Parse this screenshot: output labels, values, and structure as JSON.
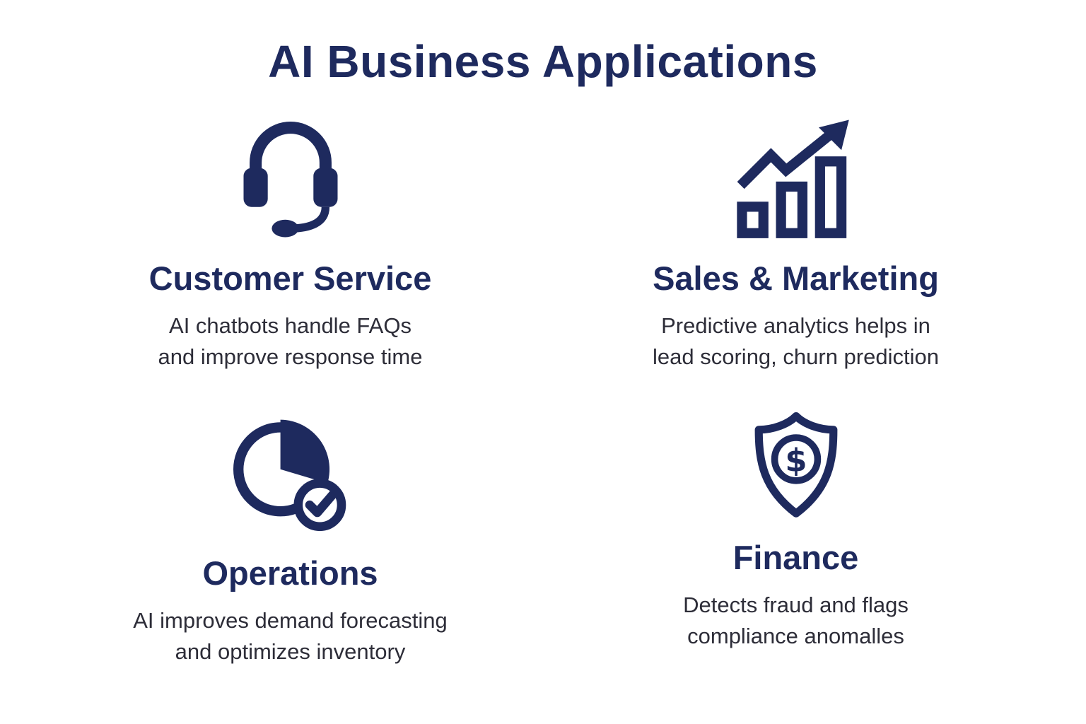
{
  "title": "AI Business Applications",
  "accent_color": "#1e2a5e",
  "text_color": "#2d2d38",
  "cards": [
    {
      "icon": "headset-icon",
      "heading": "Customer Service",
      "line1": "AI chatbots handle FAQs",
      "line2": "and improve response time"
    },
    {
      "icon": "growth-chart-icon",
      "heading": "Sales & Marketing",
      "line1": "Predictive analytics helps in",
      "line2": "lead scoring, churn prediction"
    },
    {
      "icon": "pie-check-icon",
      "heading": "Operations",
      "line1": "AI improves demand forecasting",
      "line2": "and optimizes inventory"
    },
    {
      "icon": "shield-dollar-icon",
      "heading": "Finance",
      "line1": "Detects fraud and flags",
      "line2": "compliance anomalles"
    }
  ]
}
